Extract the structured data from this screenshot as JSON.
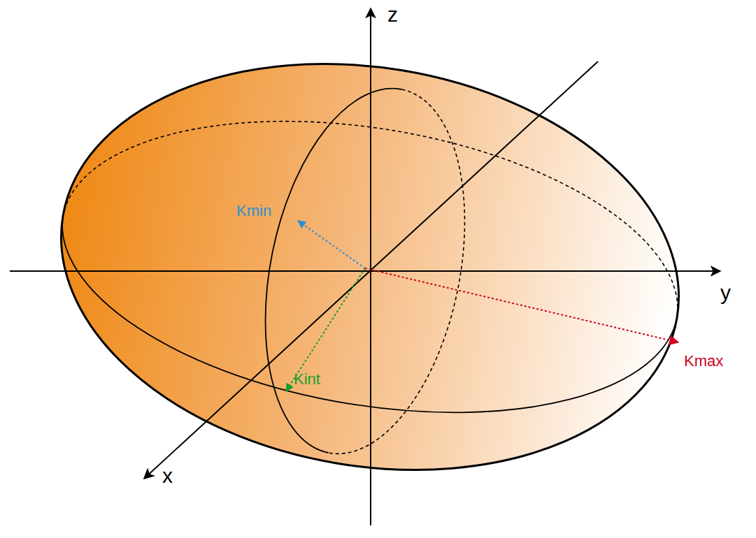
{
  "diagram": {
    "labels": [
      "z",
      "y",
      "x",
      "Kmin",
      "Kint",
      "Kmax"
    ]
  }
}
